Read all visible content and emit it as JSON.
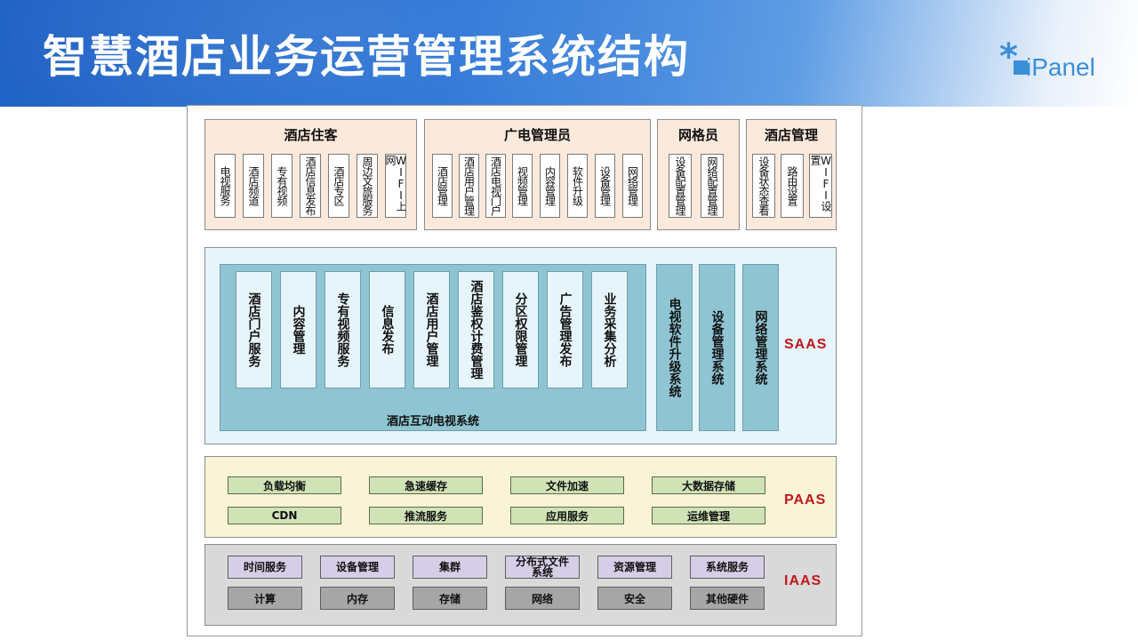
{
  "header": {
    "title": "智慧酒店业务运营管理系统结构",
    "logo_text": "iPanel"
  },
  "colors": {
    "accent_red": "#c0161d",
    "header_blue": "#1c5fc4",
    "saas_blue": "#8fc5d2",
    "paas_green": "#cfe3b6",
    "iaas_purple": "#d6cde6"
  },
  "groups": [
    {
      "title": "酒店住客",
      "items": [
        "电视服务",
        "酒店频道",
        "专有视频",
        "酒店信息发布",
        "酒店专区",
        "周边文旅服务",
        "WIFI上网"
      ]
    },
    {
      "title": "广电管理员",
      "items": [
        "酒店管理",
        "酒店用户管理",
        "酒店电视门户",
        "视频管理",
        "内容管理",
        "软件升级",
        "设备管理",
        "网络管理"
      ]
    },
    {
      "title": "网格员",
      "items": [
        "设备配置管理",
        "网络配置管理"
      ]
    },
    {
      "title": "酒店管理",
      "items": [
        "设备状态查看",
        "路由设置",
        "WIFI设置"
      ]
    }
  ],
  "saas": {
    "label": "SAAS",
    "system_caption": "酒店互动电视系统",
    "modules": [
      "酒店门户服务",
      "内容管理",
      "专有视频服务",
      "信息发布",
      "酒店用户管理",
      "酒店鉴权计费管理",
      "分区权限管理",
      "广告管理发布",
      "业务采集分析"
    ],
    "side_systems": [
      "电视软件升级系统",
      "设备管理系统",
      "网络管理系统"
    ]
  },
  "paas": {
    "label": "PAAS",
    "row1": [
      "负载均衡",
      "急速缓存",
      "文件加速",
      "大数据存储"
    ],
    "row2": [
      "CDN",
      "推流服务",
      "应用服务",
      "运维管理"
    ]
  },
  "iaas": {
    "label": "IAAS",
    "row1": [
      "时间服务",
      "设备管理",
      "集群",
      "分布式文件系统",
      "资源管理",
      "系统服务"
    ],
    "row2": [
      "计算",
      "内存",
      "存储",
      "网络",
      "安全",
      "其他硬件"
    ]
  }
}
